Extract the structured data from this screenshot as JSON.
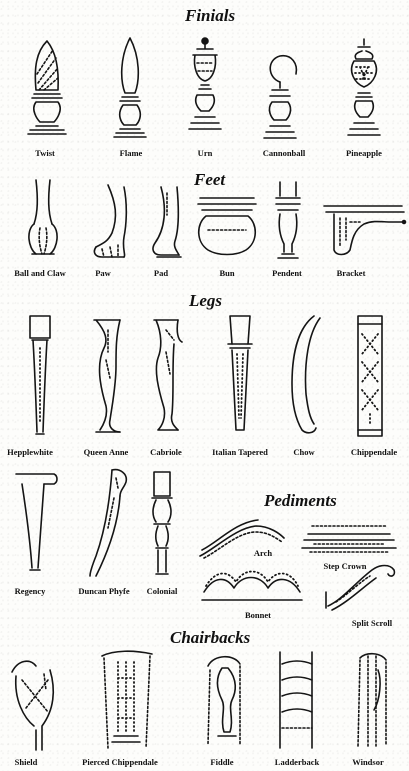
{
  "sections": {
    "finials": {
      "title": "Finials",
      "items": [
        "Twist",
        "Flame",
        "Urn",
        "Cannonball",
        "Pineapple"
      ]
    },
    "feet": {
      "title": "Feet",
      "items": [
        "Ball and Claw",
        "Paw",
        "Pad",
        "Bun",
        "Pendent",
        "Bracket"
      ]
    },
    "legs": {
      "title": "Legs",
      "items": [
        "Hepplewhite",
        "Queen Anne",
        "Cabriole",
        "Italian Tapered",
        "Chow",
        "Chippendale",
        "Regency",
        "Duncan Phyfe",
        "Colonial"
      ]
    },
    "pediments": {
      "title": "Pediments",
      "items": [
        "Arch",
        "Step Crown",
        "Bonnet",
        "Split Scroll"
      ]
    },
    "chairbacks": {
      "title": "Chairbacks",
      "items": [
        "Shield",
        "Pierced Chippendale",
        "Fiddle",
        "Ladderback",
        "Windsor"
      ]
    }
  }
}
